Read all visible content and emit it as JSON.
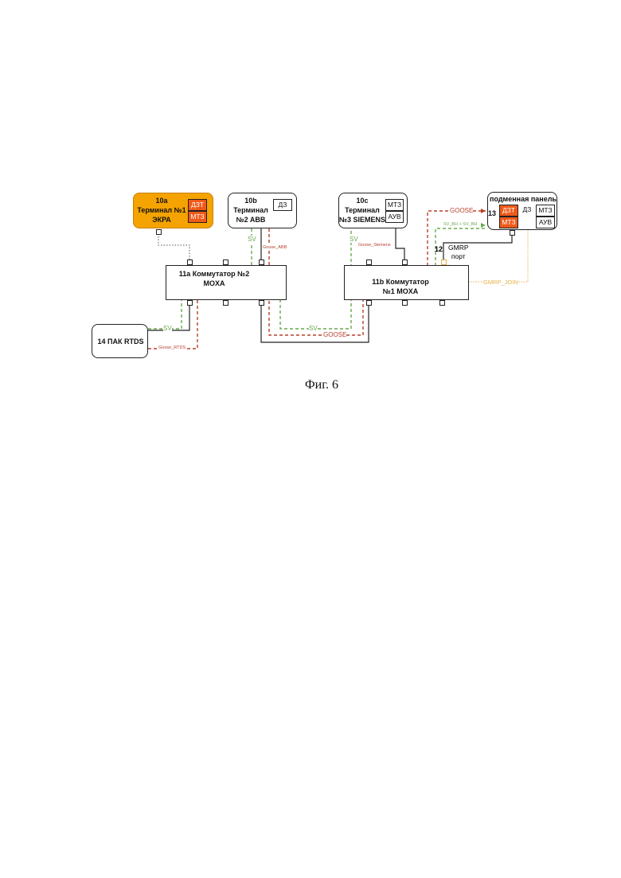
{
  "terminal_a": {
    "id": "10a",
    "line1": "Терминал №1",
    "line2": "ЭКРА",
    "func1": "ДЗТ",
    "func2": "МТЗ"
  },
  "terminal_b": {
    "id": "10b",
    "line1": "Терминал",
    "line2": "№2 ABB",
    "func1": "ДЗ"
  },
  "terminal_c": {
    "id": "10c",
    "line1": "Терминал",
    "line2": "№3 SIEMENS",
    "func1": "МТЗ",
    "func2": "АУВ"
  },
  "panel": {
    "title": "подменная панель",
    "number": "13",
    "cells": [
      "ДЗТ",
      "ДЗ",
      "МТЗ",
      "МТЗ",
      "",
      "АУВ"
    ]
  },
  "switch_a": {
    "line1": "11a Коммутатор №2",
    "line2": "MOXA"
  },
  "switch_b": {
    "line1": "11b Коммутатор",
    "line2": "№1 MOXA"
  },
  "rtds": {
    "label": "14 ПАК RTDS"
  },
  "gmrp_port": {
    "number": "12",
    "line1": "GMRP",
    "line2": "порт"
  },
  "signals": {
    "sv": "SV",
    "goose": "GOOSE",
    "goose_abb": "Goose_ABB",
    "goose_siemens": "Goose_Siemens",
    "goose_rtds": "Goose_RTDS",
    "sv_panel": "SV_BH + SV_BH",
    "gmrp_join": "GMRP_JOIN"
  },
  "colors": {
    "sv": "#6aa84f",
    "goose": "#b8402a",
    "gmrp": "#e8b04a",
    "orange": "#f05a19",
    "gold": "#f5a300"
  },
  "caption": "Фиг. 6"
}
